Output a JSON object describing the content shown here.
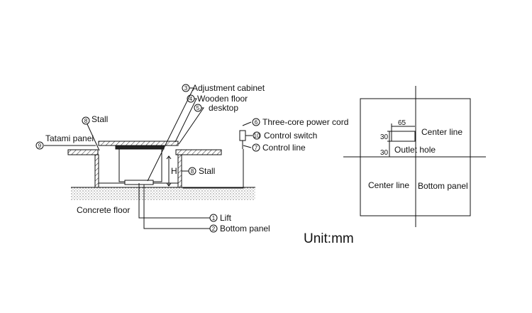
{
  "labels": {
    "adjustment_cabinet": "Adjustment cabinet",
    "wooden_floor": "Wooden floor",
    "desktop": "desktop",
    "stall_top": "Stall",
    "tatami_panel": "Tatami panel",
    "three_core_power_cord": "Three-core power cord",
    "control_switch": "Control switch",
    "control_line": "Control line",
    "stall_side": "Stall",
    "height_mark": "H",
    "concrete_floor": "Concrete floor",
    "lift": "Lift",
    "bottom_panel": "Bottom panel"
  },
  "numbers": {
    "n1": "1",
    "n2": "2",
    "n3": "3",
    "n4": "4",
    "n5": "5",
    "n6": "6",
    "n7": "7",
    "n8a": "8",
    "n8b": "8",
    "n9": "9",
    "n10": "10"
  },
  "plan": {
    "center_line_top": "Center line",
    "center_line_bottom": "Center line",
    "bottom_panel": "Bottom panel",
    "outlet_hole": "Outlet hole",
    "dim_width": "65",
    "dim_h1": "30",
    "dim_h2": "30"
  },
  "unit_label": "Unit:mm"
}
